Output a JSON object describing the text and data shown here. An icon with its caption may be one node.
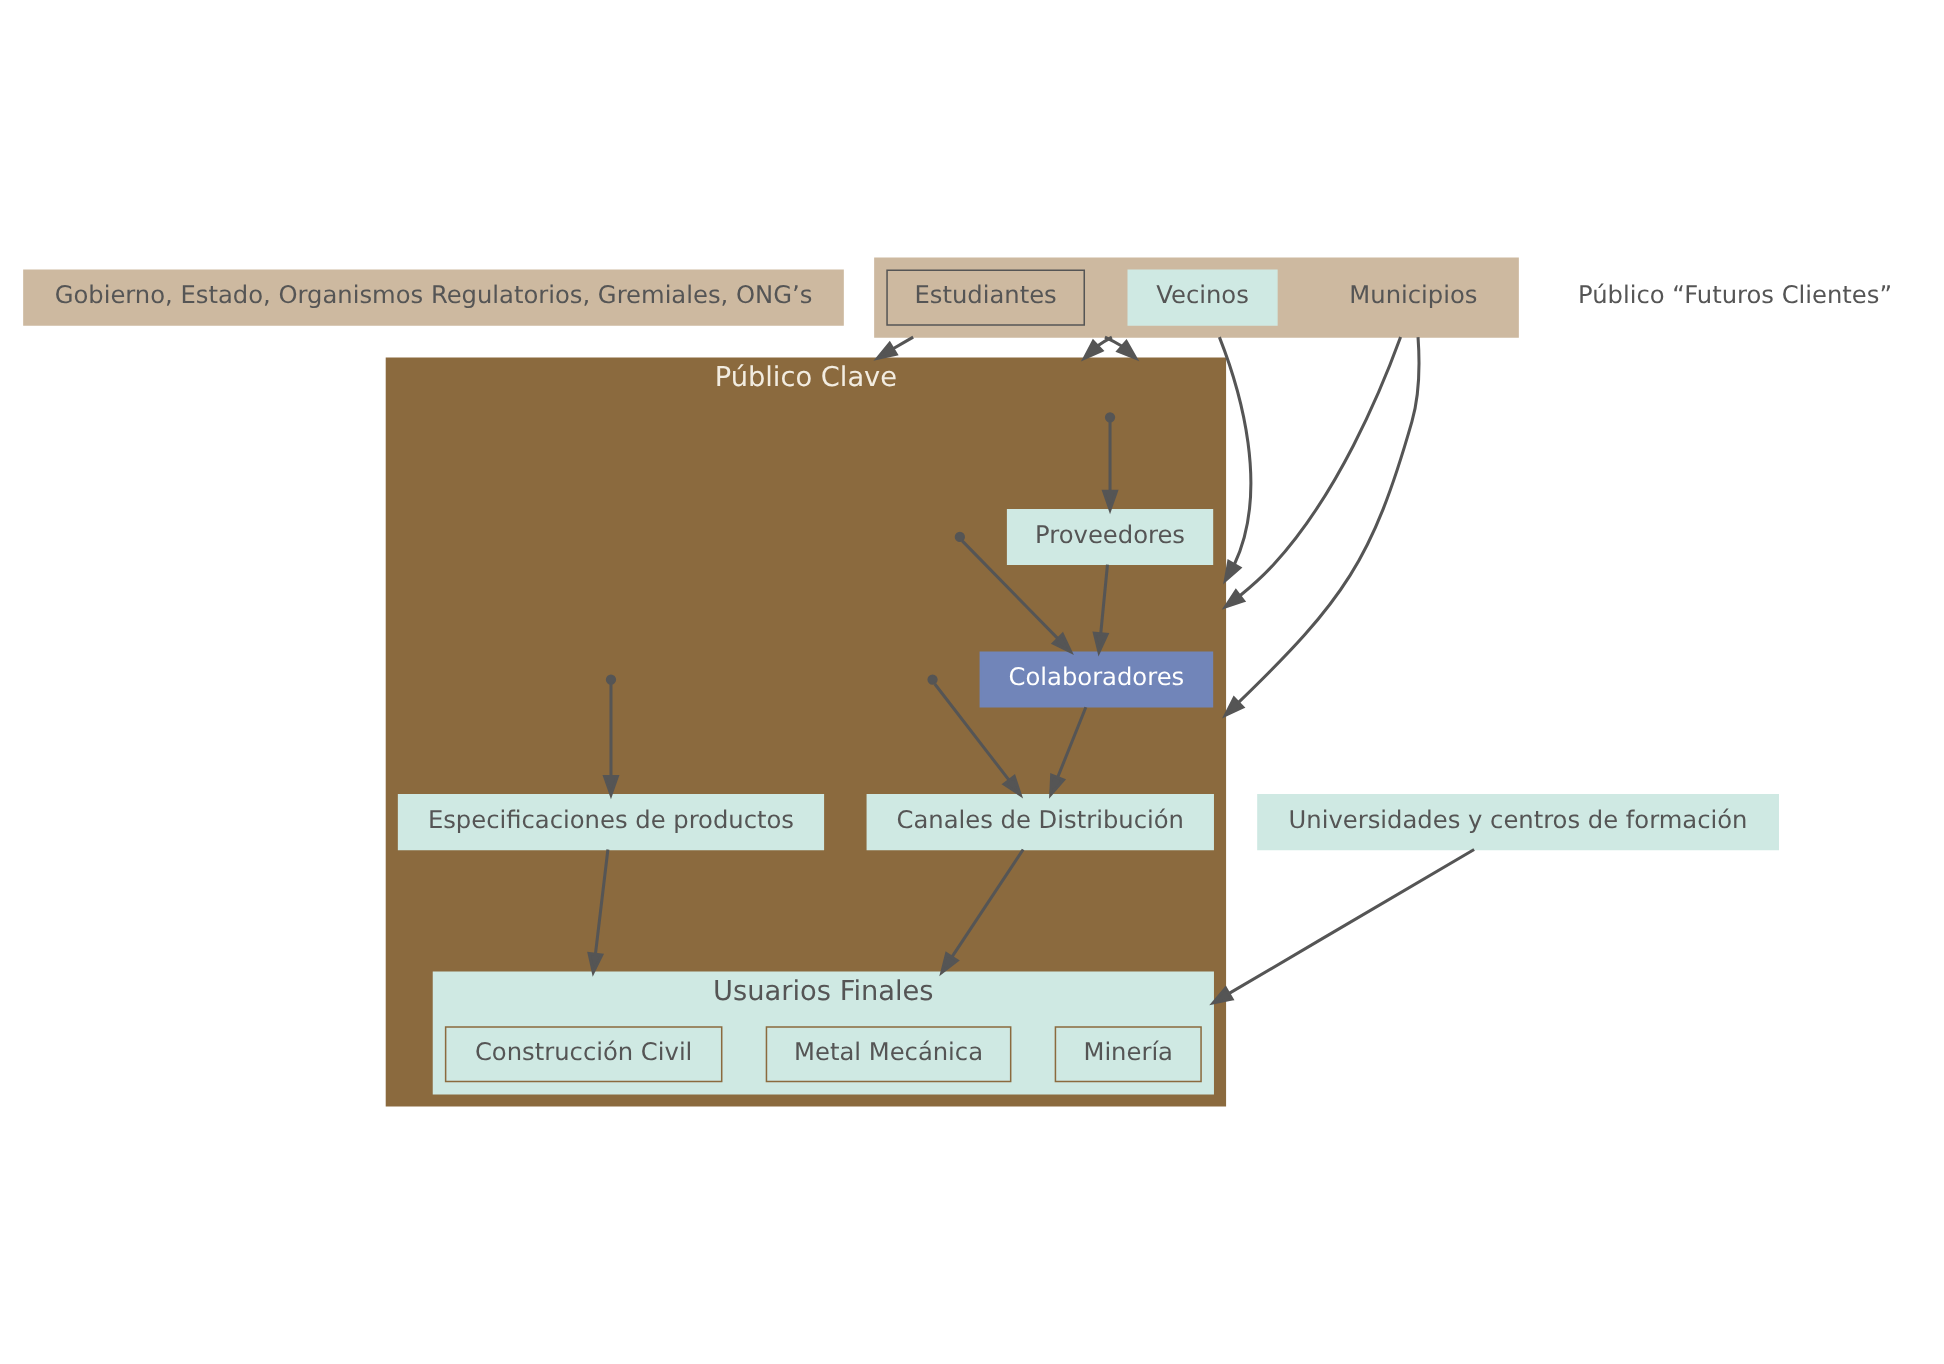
{
  "diagram": {
    "nodes": [
      {
        "text": [
          "Gobierno, Estado, Organismos Regulatorios, Gremiales, ONG’s"
        ]
      },
      {
        "text": [],
        "shape": "bar"
      },
      {
        "text": [
          "Estudiantes"
        ],
        "in": 1
      },
      {
        "text": [
          "Vecinos"
        ],
        "in": 1
      },
      {
        "text": [
          "Municipios"
        ],
        "in": 1
      },
      {
        "text": [
          "Público Clave"
        ]
      },
      {
        "text": [
          "Proveedores"
        ],
        "in": 5
      },
      {
        "text": [
          "Colaboradores"
        ],
        "in": 5
      },
      {
        "text": [
          "Canales de Distribución"
        ],
        "in": 5
      },
      {
        "text": [
          "Usuarios Finales"
        ],
        "in": 5
      },
      {
        "text": [
          "Metal Mecánica"
        ],
        "in": 9
      },
      {
        "text": [
          "Construcción Civil"
        ],
        "in": 9
      },
      {
        "text": [
          "Minería"
        ],
        "in": 9
      },
      {
        "text": [
          "Especificaciones de productos"
        ],
        "in": 5
      },
      {
        "text": [
          "Universidades y centros de formación"
        ]
      }
    ],
    "edges": [
      {
        "from": 1,
        "to": 5,
        "arrow": "to"
      },
      {
        "from": 1,
        "to": 5,
        "arrow": "to"
      },
      {
        "from": 1,
        "to": 5,
        "arrow": "to"
      },
      {
        "from": 1,
        "to": 5,
        "arrow": "to"
      },
      {
        "from": 1,
        "to": 5,
        "arrow": "to"
      },
      {
        "from": 1,
        "to": 5,
        "arrow": "to"
      },
      {
        "from": 6,
        "to": 7,
        "arrow": "to"
      },
      {
        "from": 7,
        "to": 8,
        "arrow": "to"
      },
      {
        "from": 8,
        "to": 9,
        "arrow": "to"
      },
      {
        "from": null,
        "to": 6,
        "arrow": "to"
      },
      {
        "from": null,
        "to": 7,
        "arrow": "to"
      },
      {
        "from": null,
        "to": 8,
        "arrow": "to"
      },
      {
        "from": null,
        "to": 13,
        "arrow": "to"
      },
      {
        "from": 13,
        "to": 9,
        "arrow": "to"
      },
      {
        "from": 14,
        "to": 9,
        "arrow": "to"
      }
    ],
    "labels": [
      "Público “Futuros Clientes”"
    ]
  }
}
